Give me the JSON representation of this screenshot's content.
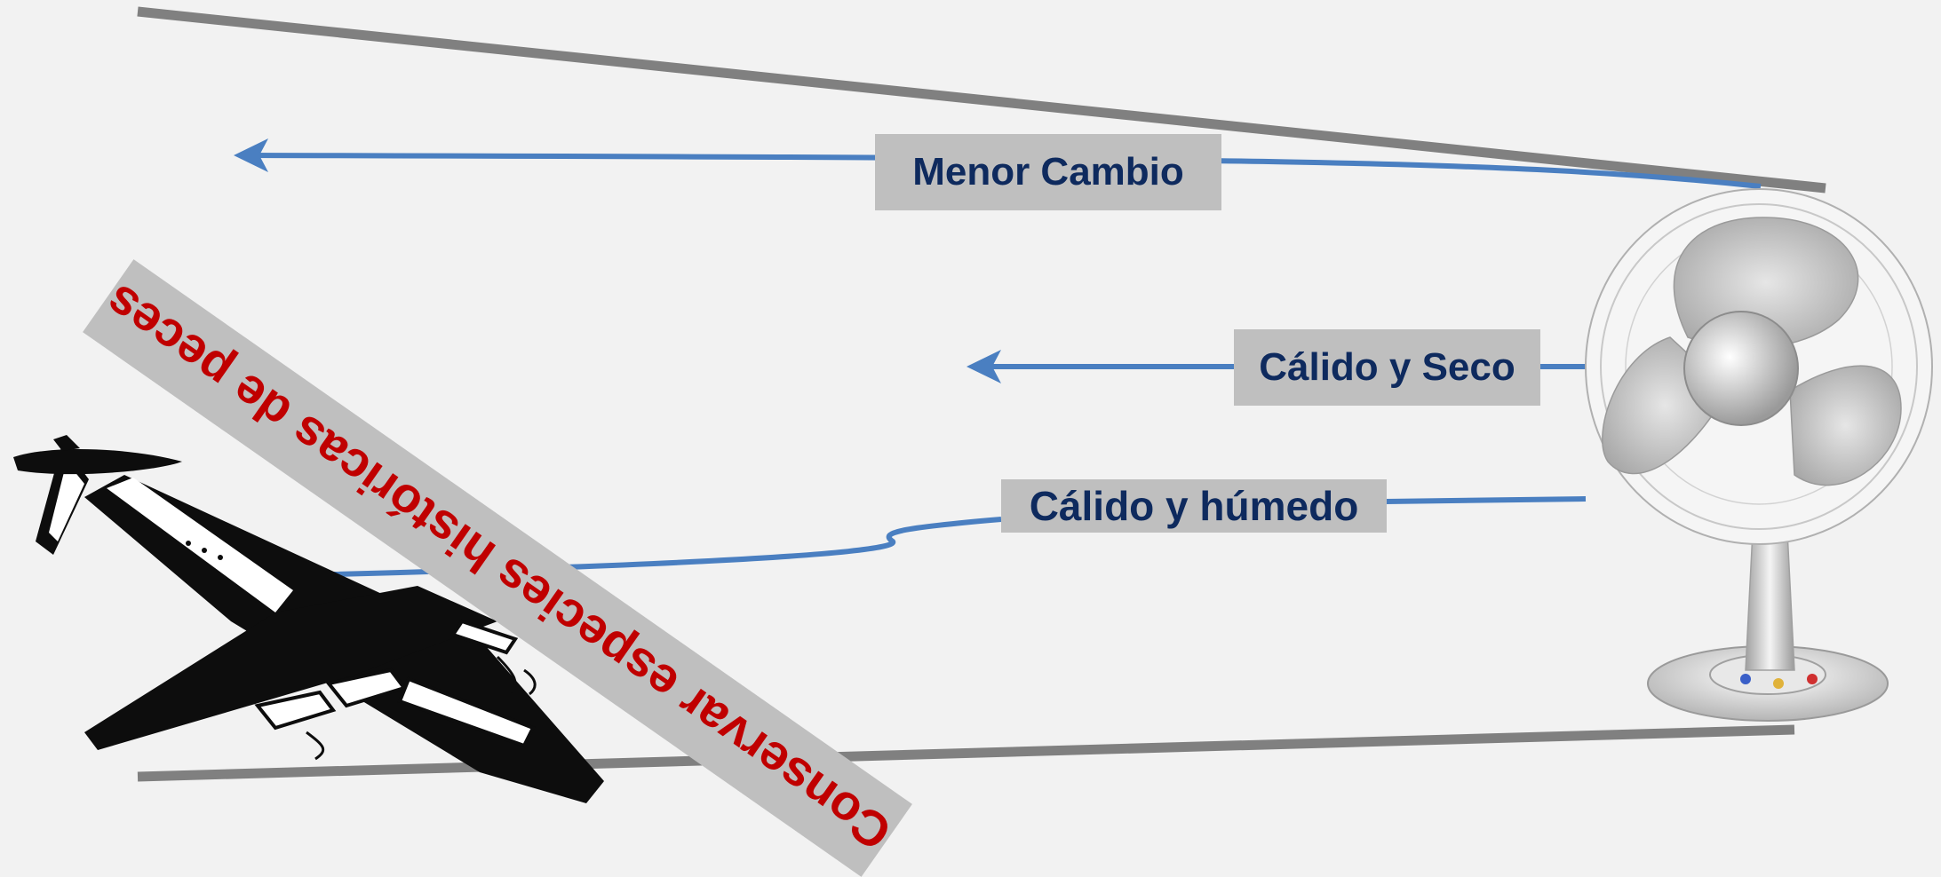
{
  "labels": {
    "menor_cambio": "Menor Cambio",
    "calido_seco": "Cálido y Seco",
    "calido_humedo": "Cálido y húmedo"
  },
  "banner": {
    "text": "Conservar especies históricas de peces"
  },
  "colors": {
    "background": "#f2f2f2",
    "boundary_line": "#808080",
    "arrow": "#4a7fc1",
    "label_box": "#bfbfbf",
    "label_text": "#0e2a5e",
    "banner_text": "#c00000"
  },
  "icons": [
    "fan-icon",
    "airplane-icon",
    "arrow-left-icon"
  ]
}
